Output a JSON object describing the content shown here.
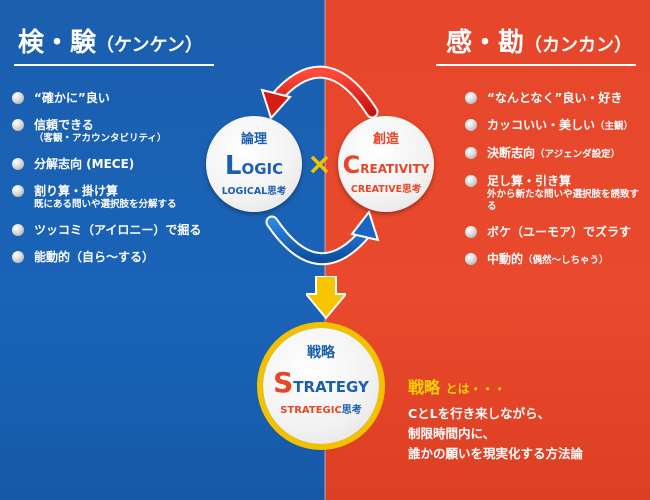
{
  "left": {
    "heading_big": "検・験",
    "heading_small": "（ケンケン）",
    "items": [
      {
        "text": "“確かに”良い",
        "sub": ""
      },
      {
        "text": "信頼できる",
        "sub": "（客観・アカウンタビリティ）"
      },
      {
        "text": "分解志向 (MECE)",
        "sub": ""
      },
      {
        "text": "割り算・掛け算",
        "sub": "既にある問いや選択肢を分解する"
      },
      {
        "text": "ツッコミ（アイロニー）で掘る",
        "sub": ""
      },
      {
        "text": "能動的（自ら～する）",
        "sub": ""
      }
    ]
  },
  "right": {
    "heading_big": "感・勘",
    "heading_small": "（カンカン）",
    "items": [
      {
        "text": "“なんとなく”良い・好き",
        "sub": "",
        "note": ""
      },
      {
        "text": "カッコいい・美しい",
        "sub": "",
        "note": "（主観）"
      },
      {
        "text": "決断志向",
        "sub": "",
        "note": "（アジェンダ設定）"
      },
      {
        "text": "足し算・引き算",
        "sub": "外から新たな問いや選択肢を誘致する",
        "note": ""
      },
      {
        "text": "ボケ（ユーモア）でズラす",
        "sub": "",
        "note": ""
      },
      {
        "text": "中動的",
        "sub": "",
        "note": "（偶然～しちゃう）"
      }
    ]
  },
  "logic": {
    "title": "論理",
    "cap": "L",
    "rest": "OGIC",
    "sub_en": "LOGICAL",
    "sub_jp": "思考"
  },
  "creativity": {
    "title": "創造",
    "cap": "C",
    "rest": "REATIVITY",
    "sub_en": "CREATIVE",
    "sub_jp": "思考"
  },
  "strategy": {
    "title": "戦略",
    "cap": "S",
    "rest": "TRATEGY",
    "sub_en": "STRATEGIC",
    "sub_jp": "思考"
  },
  "cross": "×",
  "definition": {
    "title": "戦略",
    "to": "とは・・・",
    "lines": [
      "CとLを行き来しながら、",
      "制限時間内に、",
      "誰かの願いを現実化する方法論"
    ]
  },
  "colors": {
    "blue": "#1b5fae",
    "red": "#e6462a",
    "yellow": "#f2c200"
  }
}
